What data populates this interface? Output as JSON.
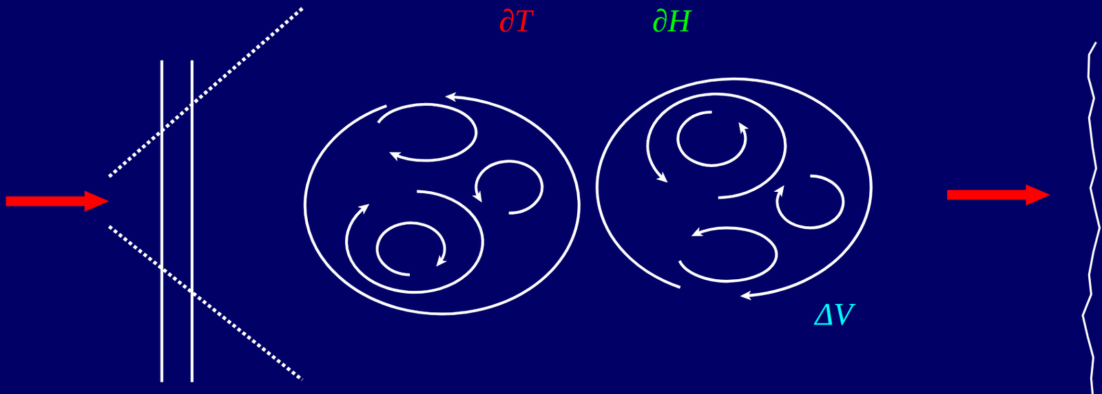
{
  "diagram": {
    "labels": [
      "∂T",
      "∂H",
      "ΔV"
    ]
  }
}
